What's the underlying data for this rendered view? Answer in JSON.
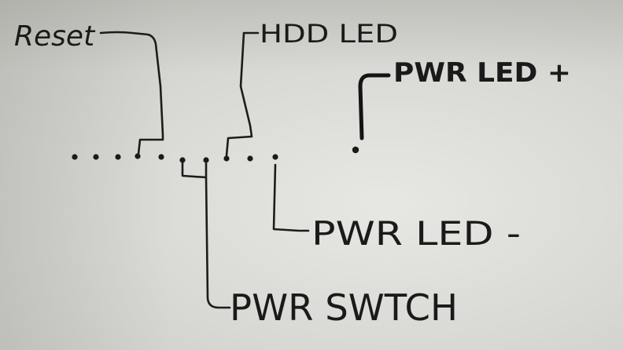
{
  "labels": {
    "reset": "Reset",
    "hdd_led": "HDD LED",
    "pwr_led_plus": "PWR LED +",
    "pwr_led_minus": "PWR LED -",
    "pwr_switch": "PWR SWTCH"
  },
  "colors": {
    "ink": "#1c1c1c",
    "paper": "#dcdcd8"
  }
}
